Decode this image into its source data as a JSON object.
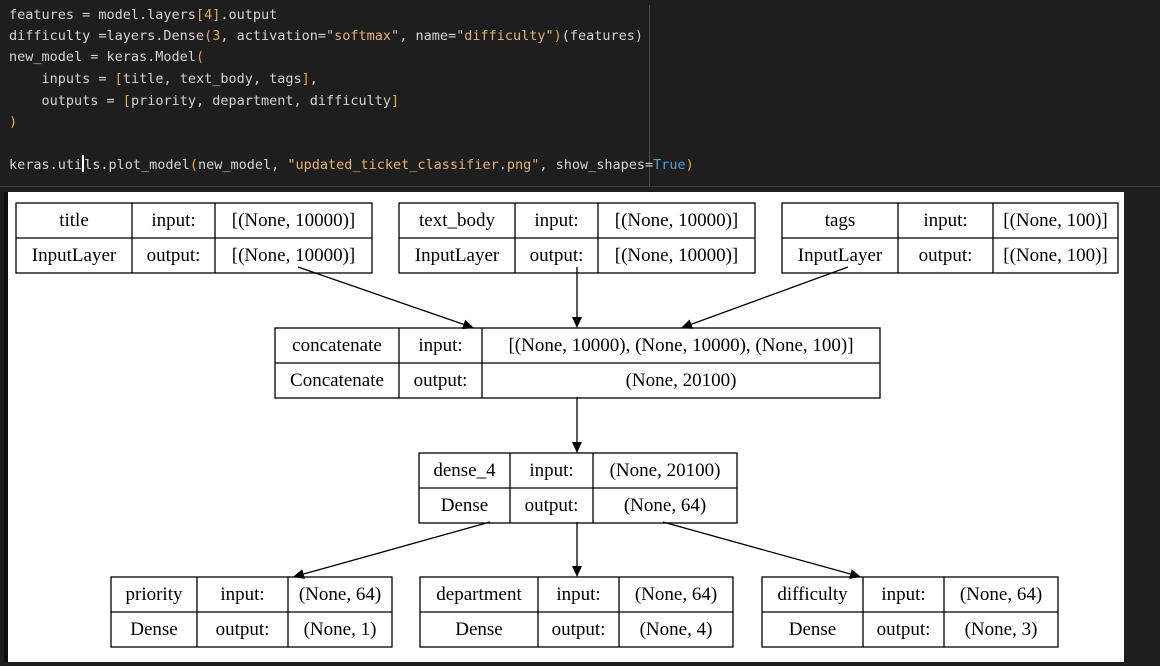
{
  "code_cell": {
    "lines": [
      [
        {
          "t": "features = model.layers",
          "c": "text"
        },
        {
          "t": "[",
          "c": "brk"
        },
        {
          "t": "4",
          "c": "num"
        },
        {
          "t": "]",
          "c": "brk"
        },
        {
          "t": ".output",
          "c": "text"
        }
      ],
      [
        {
          "t": "difficulty =layers.Dense",
          "c": "text"
        },
        {
          "t": "(",
          "c": "brk"
        },
        {
          "t": "3",
          "c": "num"
        },
        {
          "t": ", activation=",
          "c": "text"
        },
        {
          "t": "\"softmax\"",
          "c": "str"
        },
        {
          "t": ", name=",
          "c": "text"
        },
        {
          "t": "\"difficulty\"",
          "c": "str"
        },
        {
          "t": ")",
          "c": "brk"
        },
        {
          "t": "(features)",
          "c": "text"
        }
      ],
      [
        {
          "t": "new_model = keras.Model",
          "c": "text"
        },
        {
          "t": "(",
          "c": "brk"
        }
      ],
      [
        {
          "t": "    inputs = ",
          "c": "text"
        },
        {
          "t": "[",
          "c": "brk"
        },
        {
          "t": "title, text_body, tags",
          "c": "text"
        },
        {
          "t": "]",
          "c": "brk"
        },
        {
          "t": ",",
          "c": "text"
        }
      ],
      [
        {
          "t": "    outputs = ",
          "c": "text"
        },
        {
          "t": "[",
          "c": "brk"
        },
        {
          "t": "priority, department, difficulty",
          "c": "text"
        },
        {
          "t": "]",
          "c": "brk"
        }
      ],
      [
        {
          "t": ")",
          "c": "brk"
        }
      ],
      [],
      [
        {
          "t": "keras.uti",
          "c": "text"
        },
        {
          "t": "",
          "c": "caret"
        },
        {
          "t": "ls.plot_model",
          "c": "text"
        },
        {
          "t": "(",
          "c": "brk"
        },
        {
          "t": "new_model, ",
          "c": "text"
        },
        {
          "t": "\"updated_ticket_classifier.png\"",
          "c": "str"
        },
        {
          "t": ", show_shapes=",
          "c": "text"
        },
        {
          "t": "True",
          "c": "kw"
        },
        {
          "t": ")",
          "c": "brk"
        }
      ]
    ]
  },
  "model_plot": {
    "nodes": [
      {
        "id": "title",
        "name": "title",
        "type": "InputLayer",
        "input": "[(None, 10000)]",
        "output": "[(None, 10000)]"
      },
      {
        "id": "text-body",
        "name": "text_body",
        "type": "InputLayer",
        "input": "[(None, 10000)]",
        "output": "[(None, 10000)]"
      },
      {
        "id": "tags",
        "name": "tags",
        "type": "InputLayer",
        "input": "[(None, 100)]",
        "output": "[(None, 100)]"
      },
      {
        "id": "concatenate",
        "name": "concatenate",
        "type": "Concatenate",
        "input": "[(None, 10000), (None, 10000), (None, 100)]",
        "output": "(None, 20100)"
      },
      {
        "id": "dense-4",
        "name": "dense_4",
        "type": "Dense",
        "input": "(None, 20100)",
        "output": "(None, 64)"
      },
      {
        "id": "priority",
        "name": "priority",
        "type": "Dense",
        "input": "(None, 64)",
        "output": "(None, 1)"
      },
      {
        "id": "department",
        "name": "department",
        "type": "Dense",
        "input": "(None, 64)",
        "output": "(None, 4)"
      },
      {
        "id": "difficulty",
        "name": "difficulty",
        "type": "Dense",
        "input": "(None, 64)",
        "output": "(None, 3)"
      }
    ],
    "edges": [
      {
        "from": "title",
        "to": "concatenate"
      },
      {
        "from": "text-body",
        "to": "concatenate"
      },
      {
        "from": "tags",
        "to": "concatenate"
      },
      {
        "from": "concatenate",
        "to": "dense-4"
      },
      {
        "from": "dense-4",
        "to": "priority"
      },
      {
        "from": "dense-4",
        "to": "department"
      },
      {
        "from": "dense-4",
        "to": "difficulty"
      }
    ],
    "labels": {
      "input": "input:",
      "output": "output:"
    }
  }
}
